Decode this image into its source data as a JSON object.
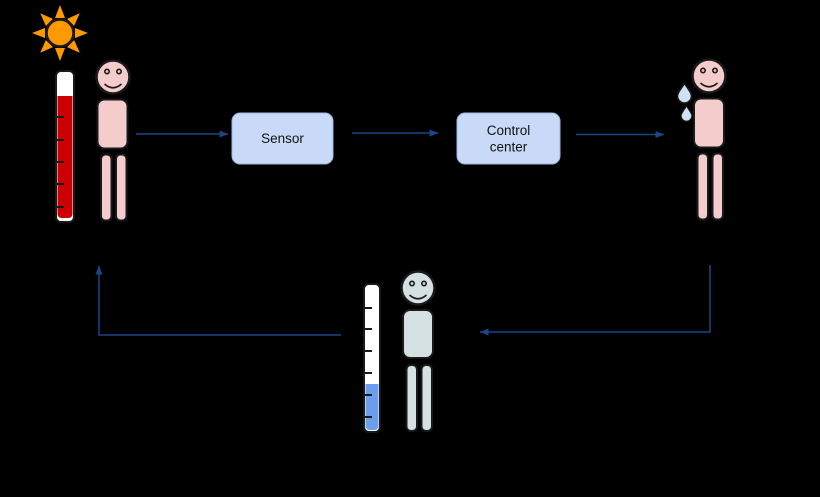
{
  "boxes": {
    "sensor": {
      "label": "Sensor"
    },
    "control_center": {
      "line1": "Control",
      "line2": "center"
    }
  },
  "icons": {
    "sun-icon": "orange sun circle with 8 triangular rays",
    "hot-thermometer-icon": "thermometer tube with high red mercury level and tick marks",
    "cold-thermometer-icon": "thermometer tube with low blue mercury level and tick marks",
    "hot-person-icon": "pink smiling stick person (overheated)",
    "sweating-person-icon": "pink smiling stick person with sweat droplets",
    "cooled-person-icon": "pale blue-gray smiling stick person (cooled down)",
    "sweat-droplet-icon": "light blue teardrop",
    "arrowhead-icon": "small dark blue triangle arrowhead"
  },
  "colors": {
    "background": "#000000",
    "arrow": "#1c4587",
    "box_fill": "#c9daf8",
    "box_border": "#9db5e0",
    "label_text": "#111111",
    "sun": "#ff9900",
    "person_hot": "#f4cccc",
    "person_cool": "#d5e0e3",
    "mercury_hot": "#cc0000",
    "mercury_cold": "#6d9eeb",
    "thermometer_tube": "#ffffff",
    "droplet": "#cfe2f3",
    "outline": "#1a1a1a"
  }
}
